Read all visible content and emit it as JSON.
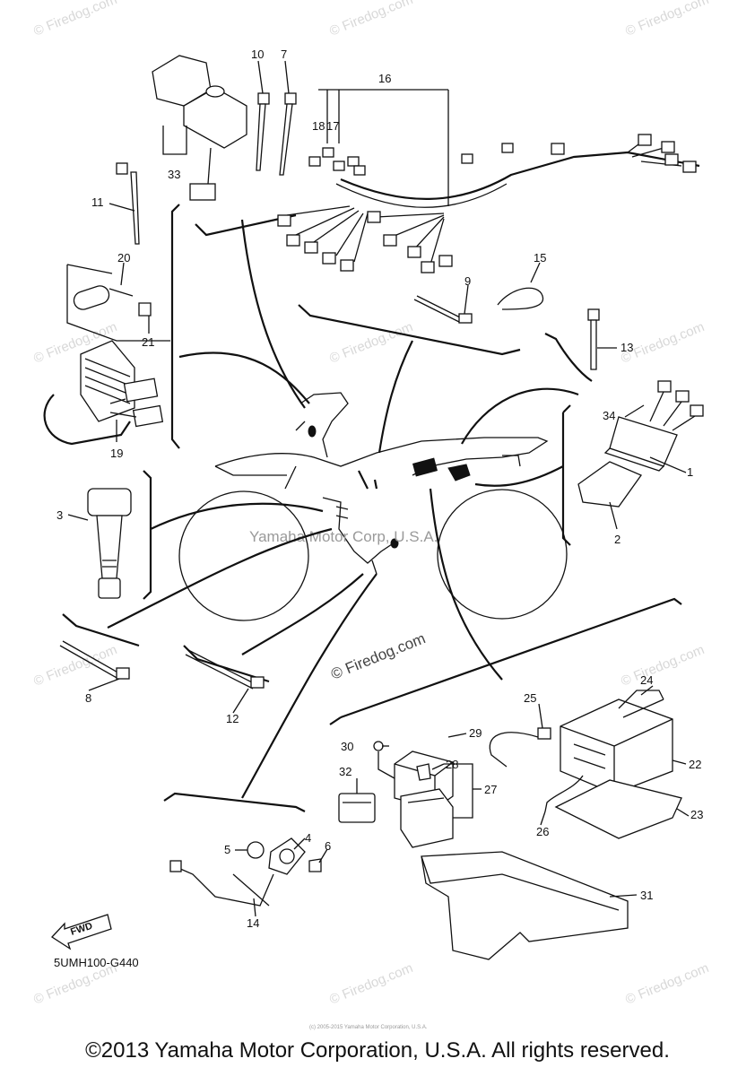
{
  "diagram": {
    "part_code": "5UMH100-G440",
    "fwd_label": "FWD",
    "callouts": {
      "c1": "1",
      "c2": "2",
      "c3": "3",
      "c4": "4",
      "c5": "5",
      "c6": "6",
      "c7": "7",
      "c8": "8",
      "c9": "9",
      "c10": "10",
      "c11": "11",
      "c12": "12",
      "c13": "13",
      "c14": "14",
      "c15": "15",
      "c16": "16",
      "c17": "17",
      "c18": "18",
      "c19": "19",
      "c20": "20",
      "c21": "21",
      "c22": "22",
      "c23": "23",
      "c24": "24",
      "c25": "25",
      "c26": "26",
      "c27": "27",
      "c28": "28",
      "c29": "29",
      "c30": "30",
      "c31": "31",
      "c32": "32",
      "c33": "33",
      "c34": "34"
    },
    "watermarks": {
      "firedog": "© Firedog.com",
      "yamaha_center": "Yamaha Motor Corp, U.S.A.",
      "firedog_center": "© Firedog.com",
      "small_footer": "(c) 2005-2015 Yamaha Motor Corporation, U.S.A."
    },
    "copyright": "©2013 Yamaha Motor Corporation, U.S.A. All rights reserved."
  }
}
